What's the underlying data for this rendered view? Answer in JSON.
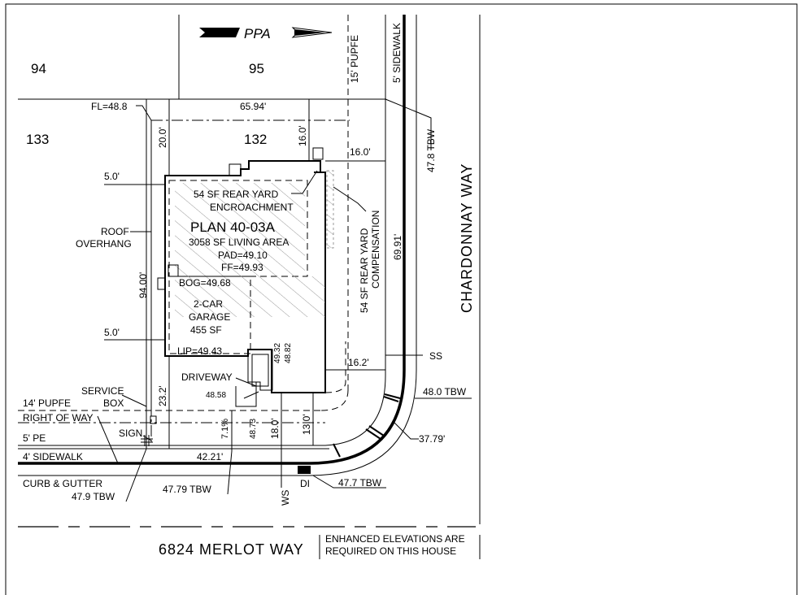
{
  "direction_label": "PPA",
  "lots": {
    "lot_94": "94",
    "lot_95": "95",
    "lot_133": "133",
    "lot_132": "132"
  },
  "house": {
    "plan": "PLAN 40-03A",
    "living_area": "3058 SF LIVING AREA",
    "pad": "PAD=49.10",
    "ff": "FF=49.93",
    "bog": "BOG=49.68",
    "lip": "LIP=49.43",
    "garage_line1": "2-CAR",
    "garage_line2": "GARAGE",
    "garage_line3": "455 SF",
    "encroach_line1": "54 SF REAR YARD",
    "encroach_line2": "ENCROACHMENT",
    "comp_line1": "54 SF REAR YARD",
    "comp_line2": "COMPENSATION"
  },
  "dimensions": {
    "fl": "FL=48.8",
    "top": "65.94'",
    "rear_setback": "20.0'",
    "side_top": "16.0'",
    "side_right": "16.0'",
    "left_setback_top": "5.0'",
    "left_setback_bottom": "5.0'",
    "left_depth": "94.00'",
    "right_depth": "69.91'",
    "drive_right": "16.2'",
    "drive_left": "23.2'",
    "front_left": "18.0'",
    "front_right": "13.0'",
    "bottom": "42.21'",
    "arc": "37.79'",
    "slope": "7.1%",
    "elev_4858": "48.58",
    "elev_4873": "48.73",
    "elev_4932": "49.32",
    "elev_4882": "48.82"
  },
  "labels": {
    "roof_overhang_1": "ROOF",
    "roof_overhang_2": "OVERHANG",
    "driveway": "DRIVEWAY",
    "service_box_1": "SERVICE",
    "service_box_2": "BOX",
    "pupfe_14": "14' PUPFE",
    "right_of_way": "RIGHT OF WAY",
    "sign": "SIGN",
    "pe_5": "5' PE",
    "sidewalk_4": "4' SIDEWALK",
    "curb_gutter": "CURB & GUTTER",
    "tbw_479": "47.9 TBW",
    "tbw_4779": "47.79 TBW",
    "ws": "WS",
    "di": "DI",
    "tbw_477": "47.7 TBW",
    "tbw_480": "48.0 TBW",
    "ss": "SS",
    "tbw_478": "47.8 TBW",
    "pupfe_15": "15' PUPFE",
    "sidewalk_5": "5' SIDEWALK",
    "street_right": "CHARDONNAY WAY"
  },
  "title": {
    "address": "6824 MERLOT WAY",
    "note_line1": "ENHANCED ELEVATIONS ARE",
    "note_line2": "REQUIRED ON THIS HOUSE"
  }
}
